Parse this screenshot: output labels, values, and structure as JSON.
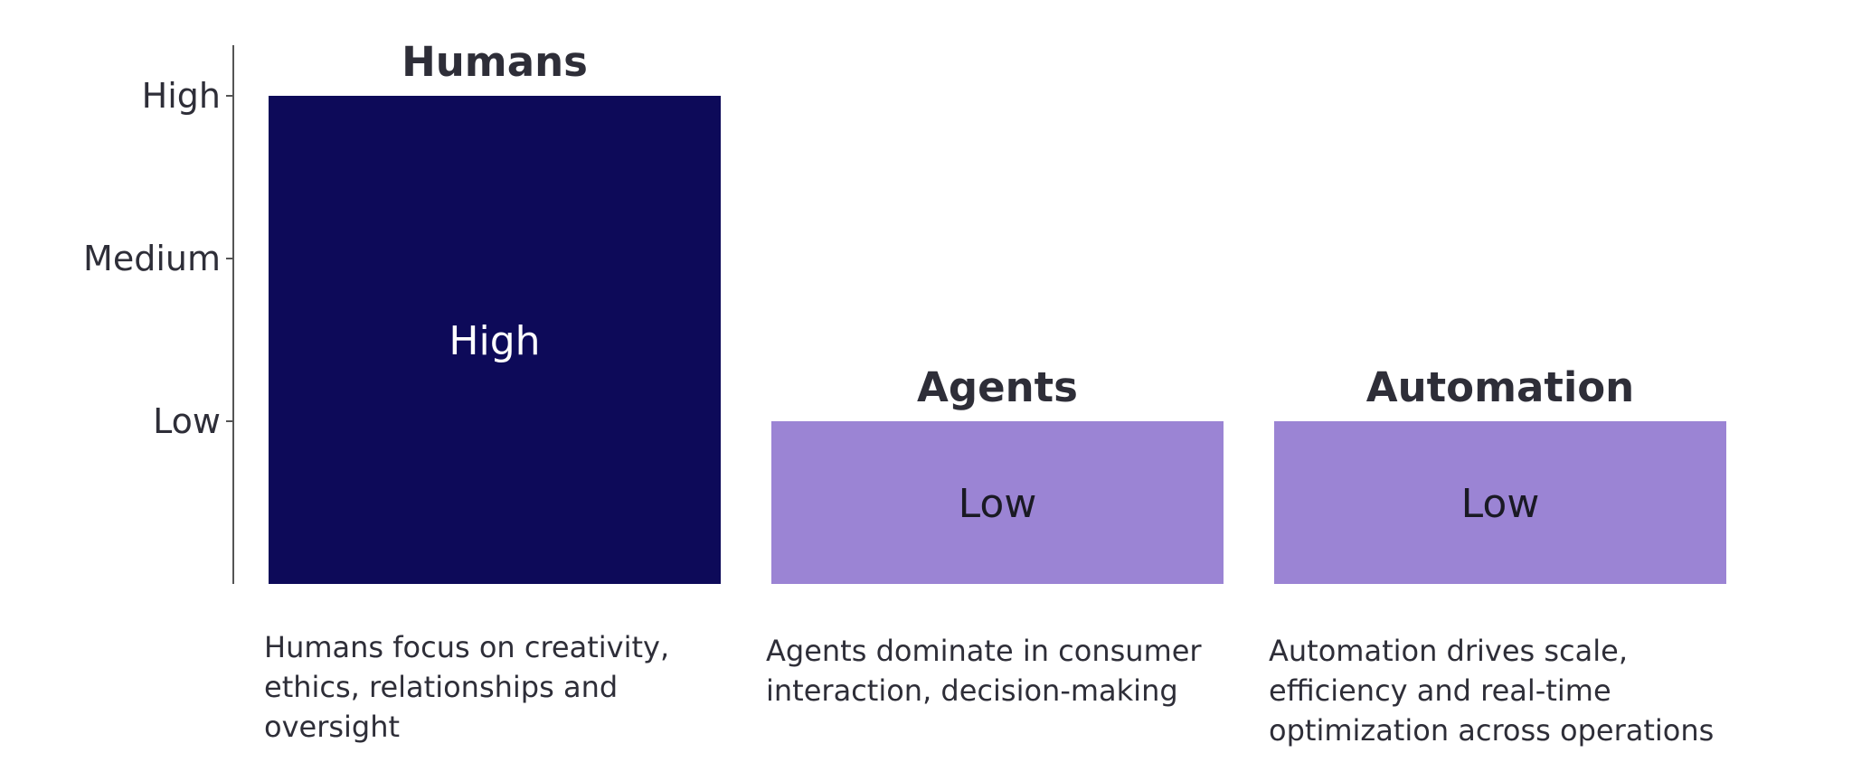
{
  "chart_data": {
    "type": "bar",
    "categories": [
      "Humans",
      "Agents",
      "Automation"
    ],
    "values": [
      3,
      1,
      1
    ],
    "bar_labels": [
      "High",
      "Low",
      "Low"
    ],
    "y_ticks": [
      {
        "value": 1,
        "label": "Low"
      },
      {
        "value": 2,
        "label": "Medium"
      },
      {
        "value": 3,
        "label": "High"
      }
    ],
    "ylim": [
      0,
      3.3
    ],
    "grid": false,
    "colors": {
      "high": "#0d0a59",
      "low": "#9b84d4",
      "high_text": "#ffffff",
      "low_text": "#1a1a24",
      "axis": "#555555"
    }
  },
  "captions": [
    "Humans focus on creativity, ethics, relationships and oversight",
    "Agents dominate in consumer interaction, decision-making",
    "Automation drives scale, efficiency and real-time optimization across operations"
  ]
}
